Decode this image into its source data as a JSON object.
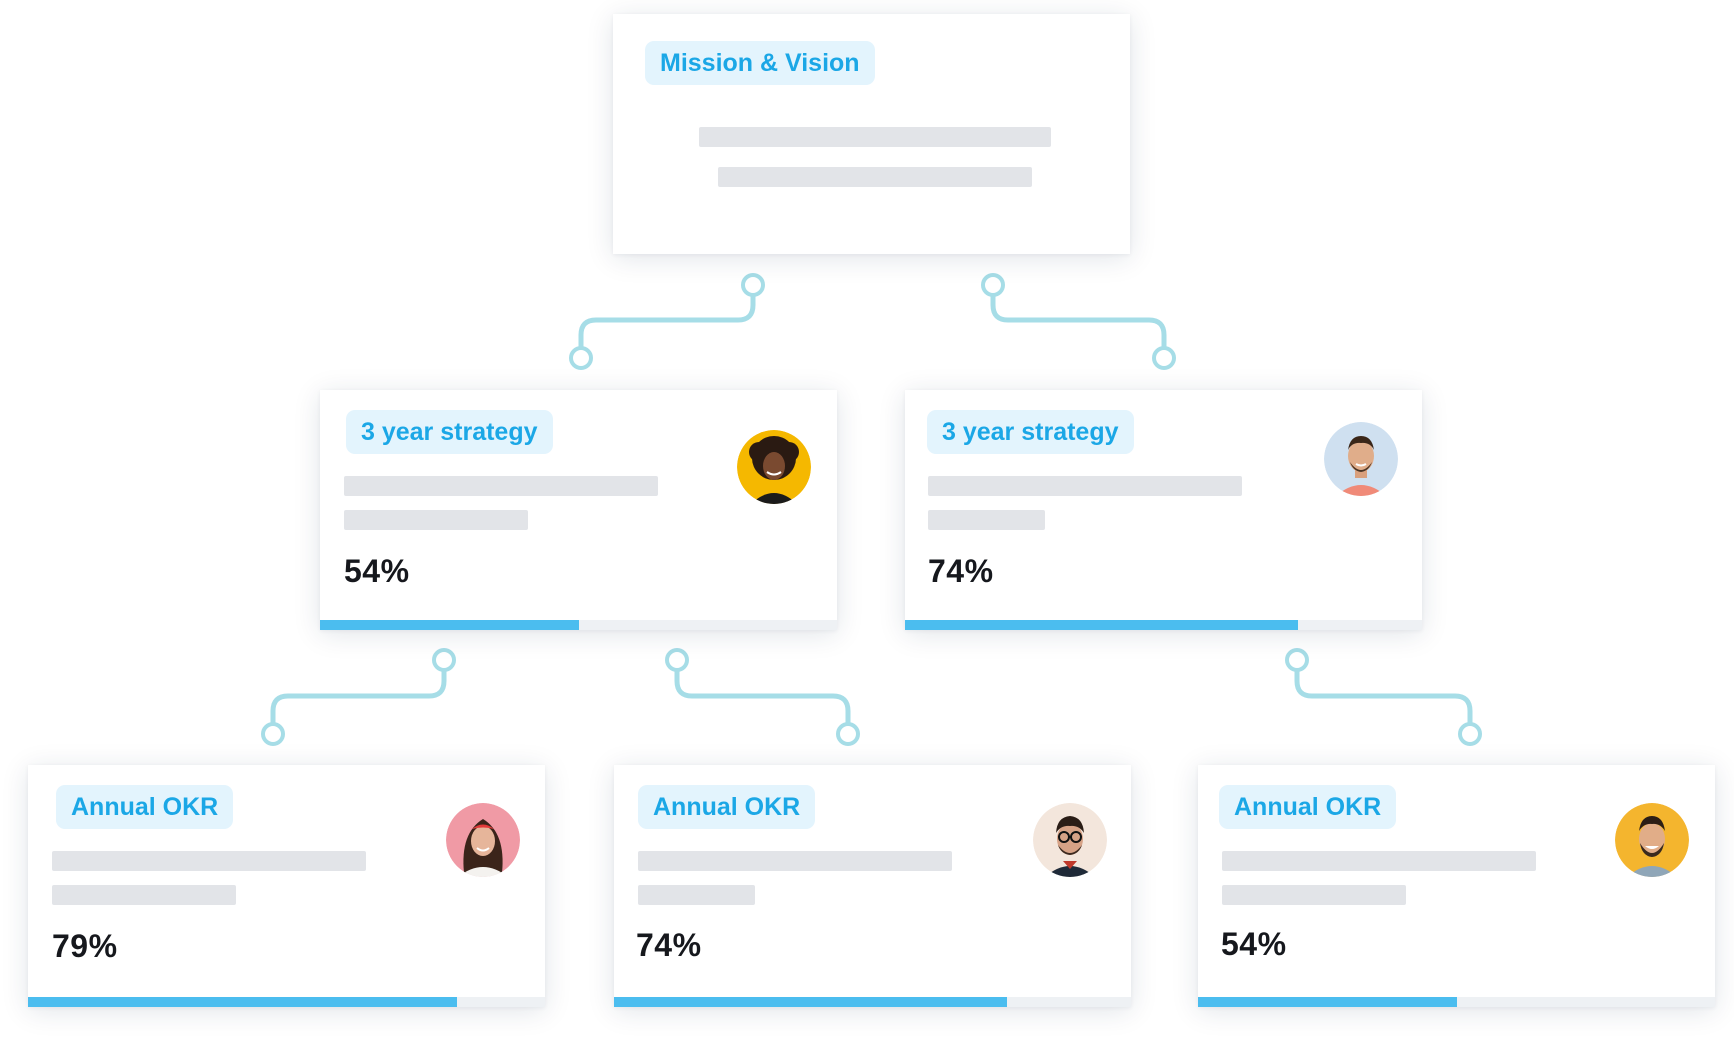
{
  "mission": {
    "label": "Mission & Vision"
  },
  "strategies": [
    {
      "label": "3 year strategy",
      "percent_text": "54%",
      "progress": 0.5,
      "avatar_icon": "person-curly-hair-icon",
      "avatar_bg": "#f5b800"
    },
    {
      "label": "3 year strategy",
      "percent_text": "74%",
      "progress": 0.76,
      "avatar_icon": "person-short-hair-icon",
      "avatar_bg": "#cfe0f0"
    }
  ],
  "okrs": [
    {
      "label": "Annual OKR",
      "percent_text": "79%",
      "progress": 0.83,
      "avatar_icon": "person-woman-icon",
      "avatar_bg": "#f09aa5"
    },
    {
      "label": "Annual OKR",
      "percent_text": "74%",
      "progress": 0.76,
      "avatar_icon": "person-glasses-icon",
      "avatar_bg": "#f3e6dc"
    },
    {
      "label": "Annual OKR",
      "percent_text": "54%",
      "progress": 0.5,
      "avatar_icon": "person-smiling-beard-icon",
      "avatar_bg": "#f4b52e"
    }
  ],
  "colors": {
    "accent": "#4bbdef",
    "chip_text": "#1ba7e6",
    "chip_bg": "#e3f4fd",
    "connector": "#a6dde7",
    "placeholder": "#e2e4e8"
  }
}
